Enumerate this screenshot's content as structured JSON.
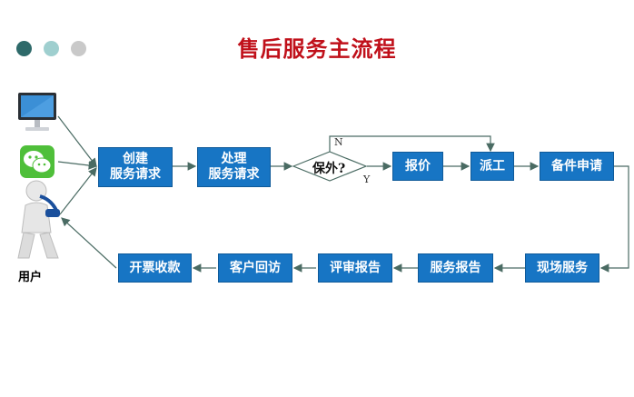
{
  "title": "售后服务主流程",
  "user_label": "用户",
  "decision": {
    "label": "保外?",
    "no": "N",
    "yes": "Y"
  },
  "steps": {
    "create": [
      "创建",
      "服务请求"
    ],
    "process": [
      "处理",
      "服务请求"
    ],
    "quote": "报价",
    "dispatch": "派工",
    "parts": "备件申请",
    "onsite": "现场服务",
    "report": "服务报告",
    "review": "评审报告",
    "visit": "客户回访",
    "invoice": "开票收款"
  },
  "colors": {
    "box": "#1775c4",
    "title": "#c0101a",
    "line": "#4a6b63",
    "dot1": "#2e6a6a",
    "dot2": "#9fcfcf",
    "dot3": "#c9c9c9"
  },
  "icons": [
    "monitor-icon",
    "wechat-icon",
    "phone-user-icon"
  ]
}
